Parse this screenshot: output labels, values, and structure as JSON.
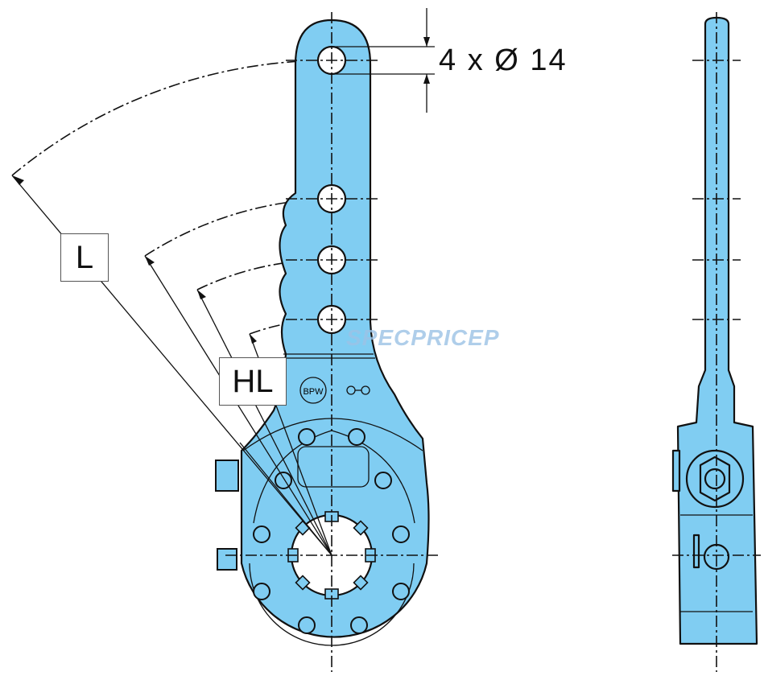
{
  "dimension_label": "4 x Ø 14",
  "labels": {
    "length": "L",
    "hole_length": "HL"
  },
  "logo_text": "BPW",
  "watermark": "SPECPRICEP",
  "colors": {
    "part_fill": "#80cdf2",
    "line": "#111111"
  }
}
